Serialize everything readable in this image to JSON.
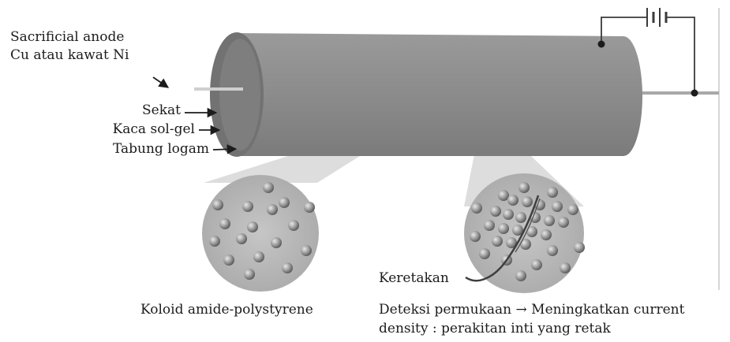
{
  "labels": {
    "anode_line1": "Sacrificial anode",
    "anode_line2": "Cu atau kawat Ni",
    "sekat": "Sekat",
    "kaca": "Kaca sol-gel",
    "tabung": "Tabung logam",
    "keretakan": "Keretakan",
    "koloid": "Koloid amide-polystyrene",
    "deteksi_line1": "Deteksi permukaan → Meningkatkan current",
    "deteksi_line2": "density : perakitan inti yang retak"
  },
  "colors": {
    "tube": "#8c8c8c",
    "tube_end": "#6f6f6f",
    "circle_fill": "#bdbdbd",
    "particle": "#8a8a8a",
    "wire": "#3a3a3a",
    "text": "#1c1c1c"
  },
  "icons": [
    "battery-icon",
    "arrow-icon",
    "particle-icon"
  ]
}
